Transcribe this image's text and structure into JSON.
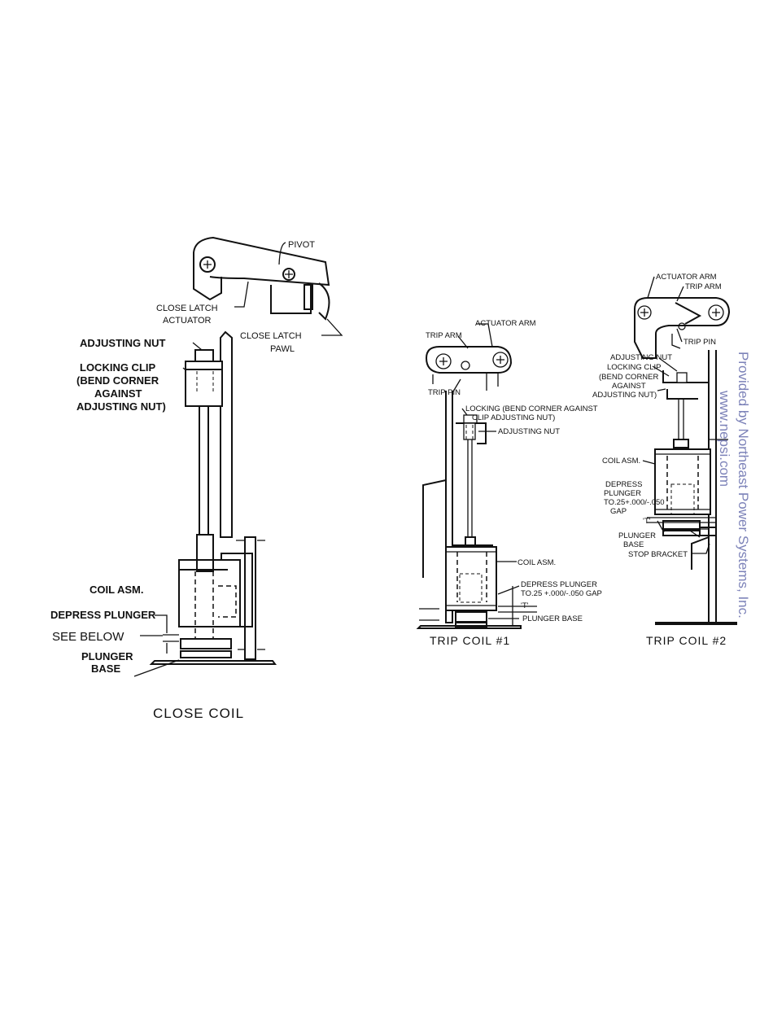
{
  "close_coil": {
    "caption": "CLOSE COIL",
    "labels": {
      "pivot": "PIVOT",
      "close_latch_actuator_1": "CLOSE LATCH",
      "close_latch_actuator_2": "ACTUATOR",
      "close_latch_pawl_1": "CLOSE LATCH",
      "close_latch_pawl_2": "PAWL",
      "adjusting_nut": "ADJUSTING NUT",
      "locking_clip_1": "LOCKING CLIP",
      "locking_clip_2": "(BEND CORNER",
      "locking_clip_3": "AGAINST",
      "locking_clip_4": "ADJUSTING NUT)",
      "coil_asm": "COIL ASM.",
      "depress_plunger": "DEPRESS PLUNGER",
      "see_below": "SEE BELOW",
      "plunger_1": "PLUNGER",
      "plunger_2": "BASE"
    }
  },
  "trip_coil_1": {
    "caption": "TRIP COIL #1",
    "labels": {
      "actuator_arm": "ACTUATOR ARM",
      "trip_arm": "TRIP ARM",
      "trip_pin": "TRIP PIN",
      "locking_1": "LOCKING (BEND CORNER AGAINST",
      "locking_2": "CLIP       ADJUSTING NUT)",
      "adjusting_nut": "ADJUSTING NUT",
      "coil_asm": "COIL ASM.",
      "depress_1": "DEPRESS PLUNGER",
      "depress_2": "TO.25 +.000/-.050 GAP",
      "t_mark": "'T'",
      "plunger_base": "PLUNGER BASE"
    }
  },
  "trip_coil_2": {
    "caption": "TRIP COIL #2",
    "labels": {
      "actuator_arm": "ACTUATOR ARM",
      "trip_arm": "TRIP ARM",
      "trip_pin": "TRIP PIN",
      "adjusting_nut": "ADJUSTING NUT",
      "locking_clip": "LOCKING CLIP",
      "bend_1": "(BEND CORNER",
      "bend_2": "AGAINST",
      "bend_3": "ADJUSTING NUT)",
      "coil_asm": "COIL ASM.",
      "depress_1": "DEPRESS",
      "depress_2": "PLUNGER",
      "depress_3": "TO.25+.000/-.050",
      "depress_4": "GAP",
      "t_mark": "'T'",
      "plunger_1": "PLUNGER",
      "plunger_2": "BASE",
      "stop_bracket": "STOP BRACKET"
    }
  },
  "watermark": {
    "line1": "Provided by Northeast Power Systems, Inc.",
    "line2": "www.nepsi.com"
  },
  "colors": {
    "ink": "#111111",
    "watermark": "#7c82b8"
  }
}
